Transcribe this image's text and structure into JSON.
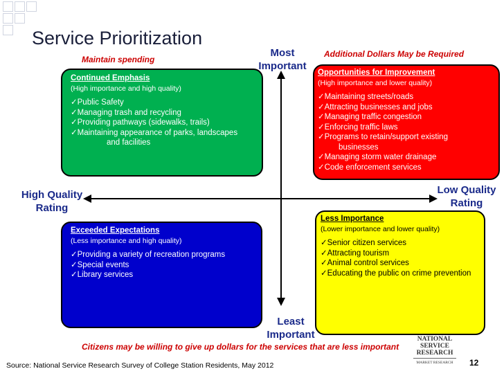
{
  "title": "Service Prioritization",
  "notes": {
    "maintain_spending": "Maintain spending",
    "additional_dollars": "Additional Dollars May be Required",
    "give_up_dollars": "Citizens may be willing to give up dollars for the services that are less important"
  },
  "axes": {
    "top_line1": "Most",
    "top_line2": "Important",
    "bottom_line1": "Least",
    "bottom_line2": "Important",
    "left_line1": "High Quality",
    "left_line2": "Rating",
    "right_line1": "Low Quality",
    "right_line2": "Rating"
  },
  "quadrants": {
    "top_left": {
      "heading": "Continued Emphasis",
      "subheading": "(High importance and high quality)",
      "items": [
        "Public Safety",
        "Managing trash and recycling",
        "Providing pathways (sidewalks, trails)",
        "Maintaining appearance of parks, landscapes"
      ],
      "continuation": "and facilities"
    },
    "top_right": {
      "heading": "Opportunities for Improvement",
      "subheading": "(High importance and lower quality)",
      "items": [
        "Maintaining streets/roads",
        "Attracting businesses and jobs",
        "Managing traffic congestion",
        "Enforcing traffic laws",
        "Programs to retain/support existing"
      ],
      "continuation": "businesses",
      "items_after": [
        "Managing storm water drainage",
        "Code enforcement services"
      ]
    },
    "bottom_left": {
      "heading": "Exceeded Expectations",
      "subheading": "(Less importance and high quality)",
      "items": [
        "Providing a variety of recreation programs",
        "Special events",
        "Library services"
      ]
    },
    "bottom_right": {
      "heading": "Less Importance",
      "subheading": "(Lower importance and lower quality)",
      "items": [
        "Senior citizen services",
        "Attracting tourism",
        "Animal control services",
        "Educating the public on crime prevention"
      ]
    }
  },
  "colors": {
    "top_left": "#00b050",
    "top_right": "#ff0000",
    "bottom_left": "#0000cc",
    "bottom_right": "#ffff00",
    "axis_label": "#1a2a8a",
    "note": "#cc0000"
  },
  "footer": {
    "source": "Source: National Service Research Survey of College Station Residents, May 2012",
    "page_number": "12"
  },
  "logo": {
    "line1": "NATIONAL",
    "line2": "SERVICE",
    "line3": "RESEARCH",
    "tagline": "MARKET RESEARCH"
  }
}
